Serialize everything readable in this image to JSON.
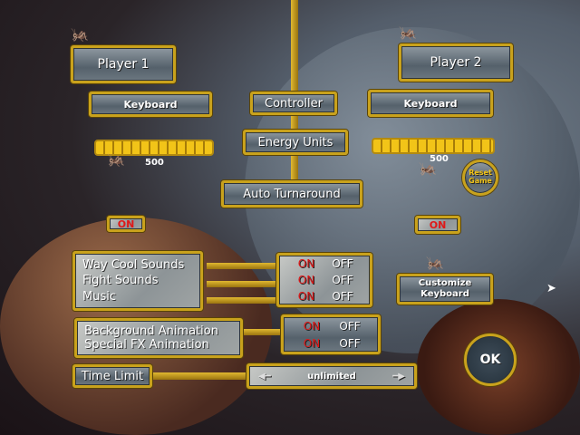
{
  "player1": {
    "title": "Player 1",
    "input": "Keyboard",
    "energy": "500",
    "auto_turnaround": "ON"
  },
  "player2": {
    "title": "Player 2",
    "input": "Keyboard",
    "energy": "500",
    "auto_turnaround": "ON"
  },
  "center": {
    "controller": "Controller",
    "energy_units": "Energy Units",
    "auto_turnaround": "Auto Turnaround"
  },
  "reset_game": "Reset Game",
  "sounds": {
    "items": [
      "Way Cool Sounds",
      "Fight Sounds",
      "Music"
    ],
    "on": "ON",
    "off": "OFF"
  },
  "animation": {
    "items": [
      "Background Animation",
      "Special FX Animation"
    ],
    "on": "ON",
    "off": "OFF"
  },
  "time_limit": {
    "label": "Time Limit",
    "value": "unlimited"
  },
  "customize_keyboard": "Customize Keyboard",
  "ok": "OK",
  "icons": [
    "frog-icon",
    "arrow-left-icon",
    "arrow-right-icon",
    "cursor-icon"
  ]
}
